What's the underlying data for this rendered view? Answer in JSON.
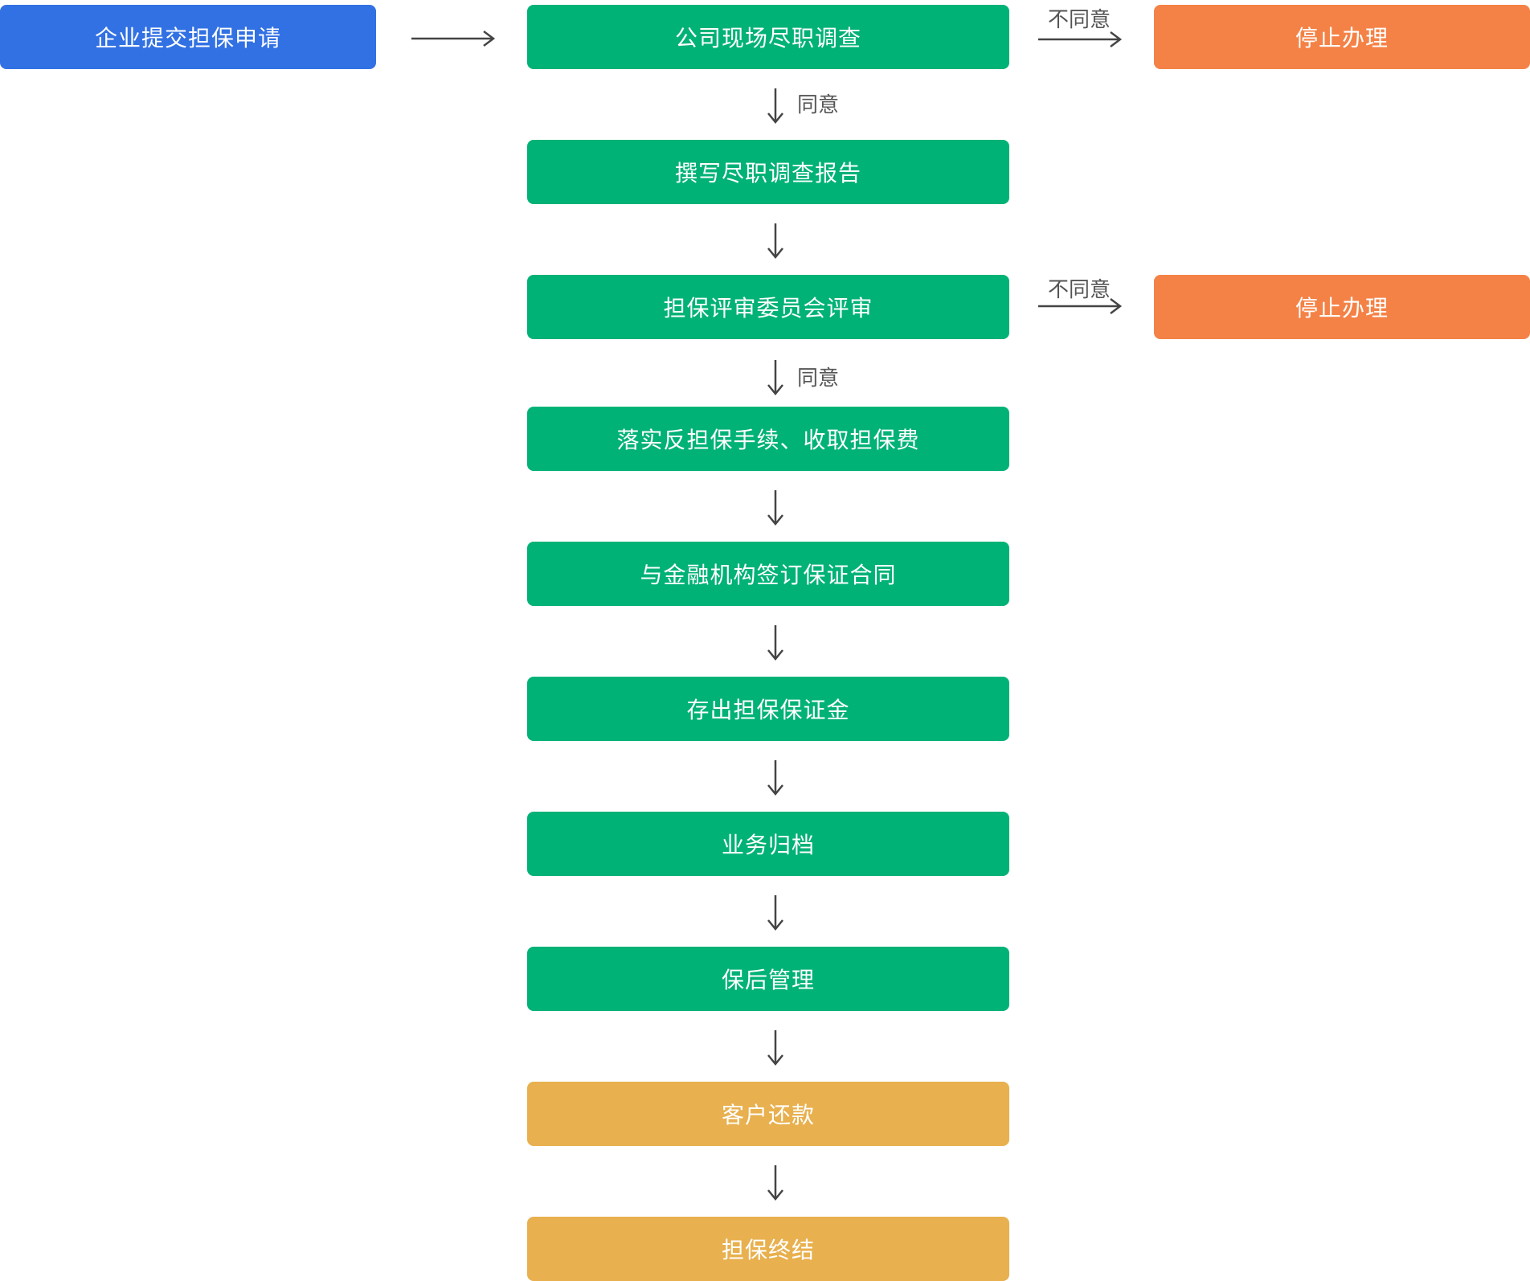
{
  "flow": {
    "start": "企业提交担保申请",
    "steps": [
      "公司现场尽职调查",
      "撰写尽职调查报告",
      "担保评审委员会评审",
      "落实反担保手续、收取担保费",
      "与金融机构签订保证合同",
      "存出担保保证金",
      "业务归档",
      "保后管理",
      "客户还款",
      "担保终结"
    ],
    "stop_1": "停止办理",
    "stop_2": "停止办理",
    "agree_1": "同意",
    "agree_2": "同意",
    "disagree_1": "不同意",
    "disagree_2": "不同意"
  },
  "colors": {
    "start": "#3271e3",
    "step": "#00b276",
    "stop": "#f48246",
    "final": "#e8b04e",
    "arrow": "#444444"
  }
}
